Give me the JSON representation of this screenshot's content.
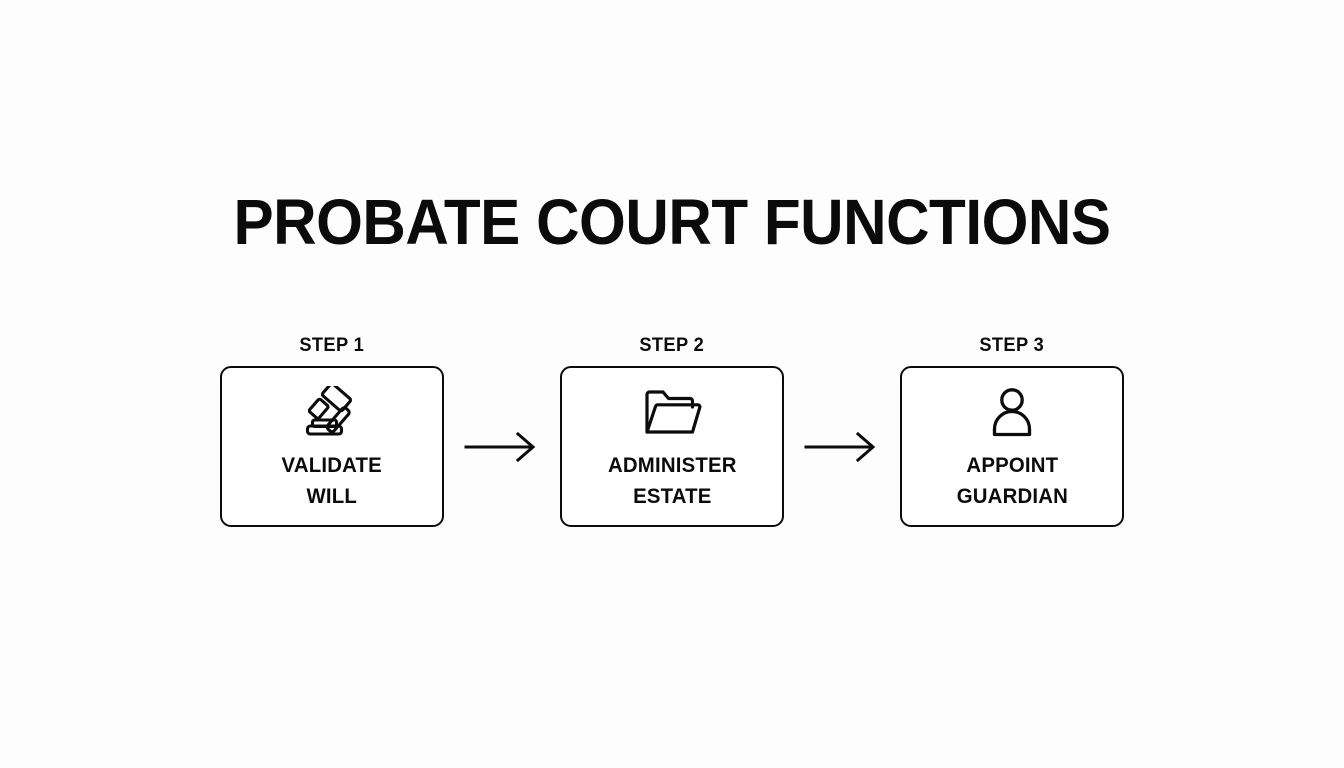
{
  "slide": {
    "title": "PROBATE COURT FUNCTIONS",
    "background_color": "#fdfdfd",
    "ink_color": "#0b0b0b"
  },
  "flow": {
    "type": "horizontal-step-flow",
    "connector": "arrow-right",
    "steps": [
      {
        "step_label": "STEP 1",
        "icon": "gavel-icon",
        "text": "VALIDATE\nWILL",
        "text_line_1": "VALIDATE",
        "text_line_2": "WILL"
      },
      {
        "step_label": "STEP 2",
        "icon": "open-folder-icon",
        "text": "ADMINISTER\nESTATE",
        "text_line_1": "ADMINISTER",
        "text_line_2": "ESTATE"
      },
      {
        "step_label": "STEP 3",
        "icon": "person-icon",
        "text": "APPOINT\nGUARDIAN",
        "text_line_1": "APPOINT",
        "text_line_2": "GUARDIAN"
      }
    ]
  }
}
